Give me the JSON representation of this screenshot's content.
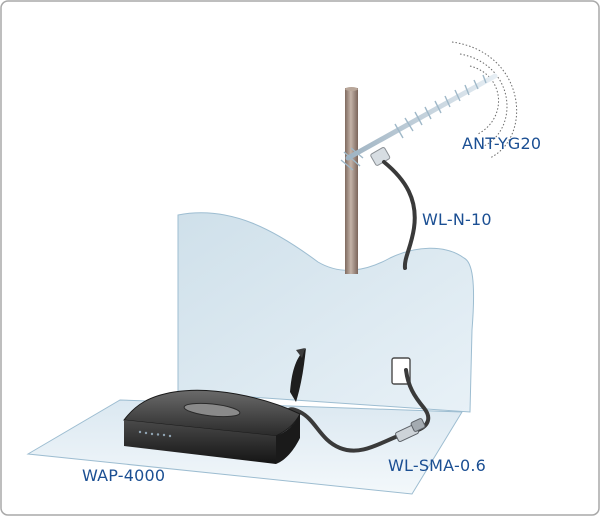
{
  "labels": {
    "antenna": "ANT-YG20",
    "cable": "WL-N-10",
    "adapter": "WL-SMA-0.6",
    "access_point": "WAP-4000"
  },
  "colors": {
    "frame": "#a9a9a9",
    "label_text": "#1b4f93",
    "wall_fill": "#dce9f1",
    "floor_fill": "#eaf2f8",
    "surface_edge": "#9dbdd1",
    "pole": "#9a8478",
    "cable": "#3a3a3a",
    "device_body": "#2b2b2b"
  },
  "icons": [
    "yagi-antenna-icon",
    "mast-pole-icon",
    "wireless-access-point-icon",
    "coaxial-cable-icon",
    "sma-connector-icon",
    "wall-feedthrough-icon"
  ]
}
